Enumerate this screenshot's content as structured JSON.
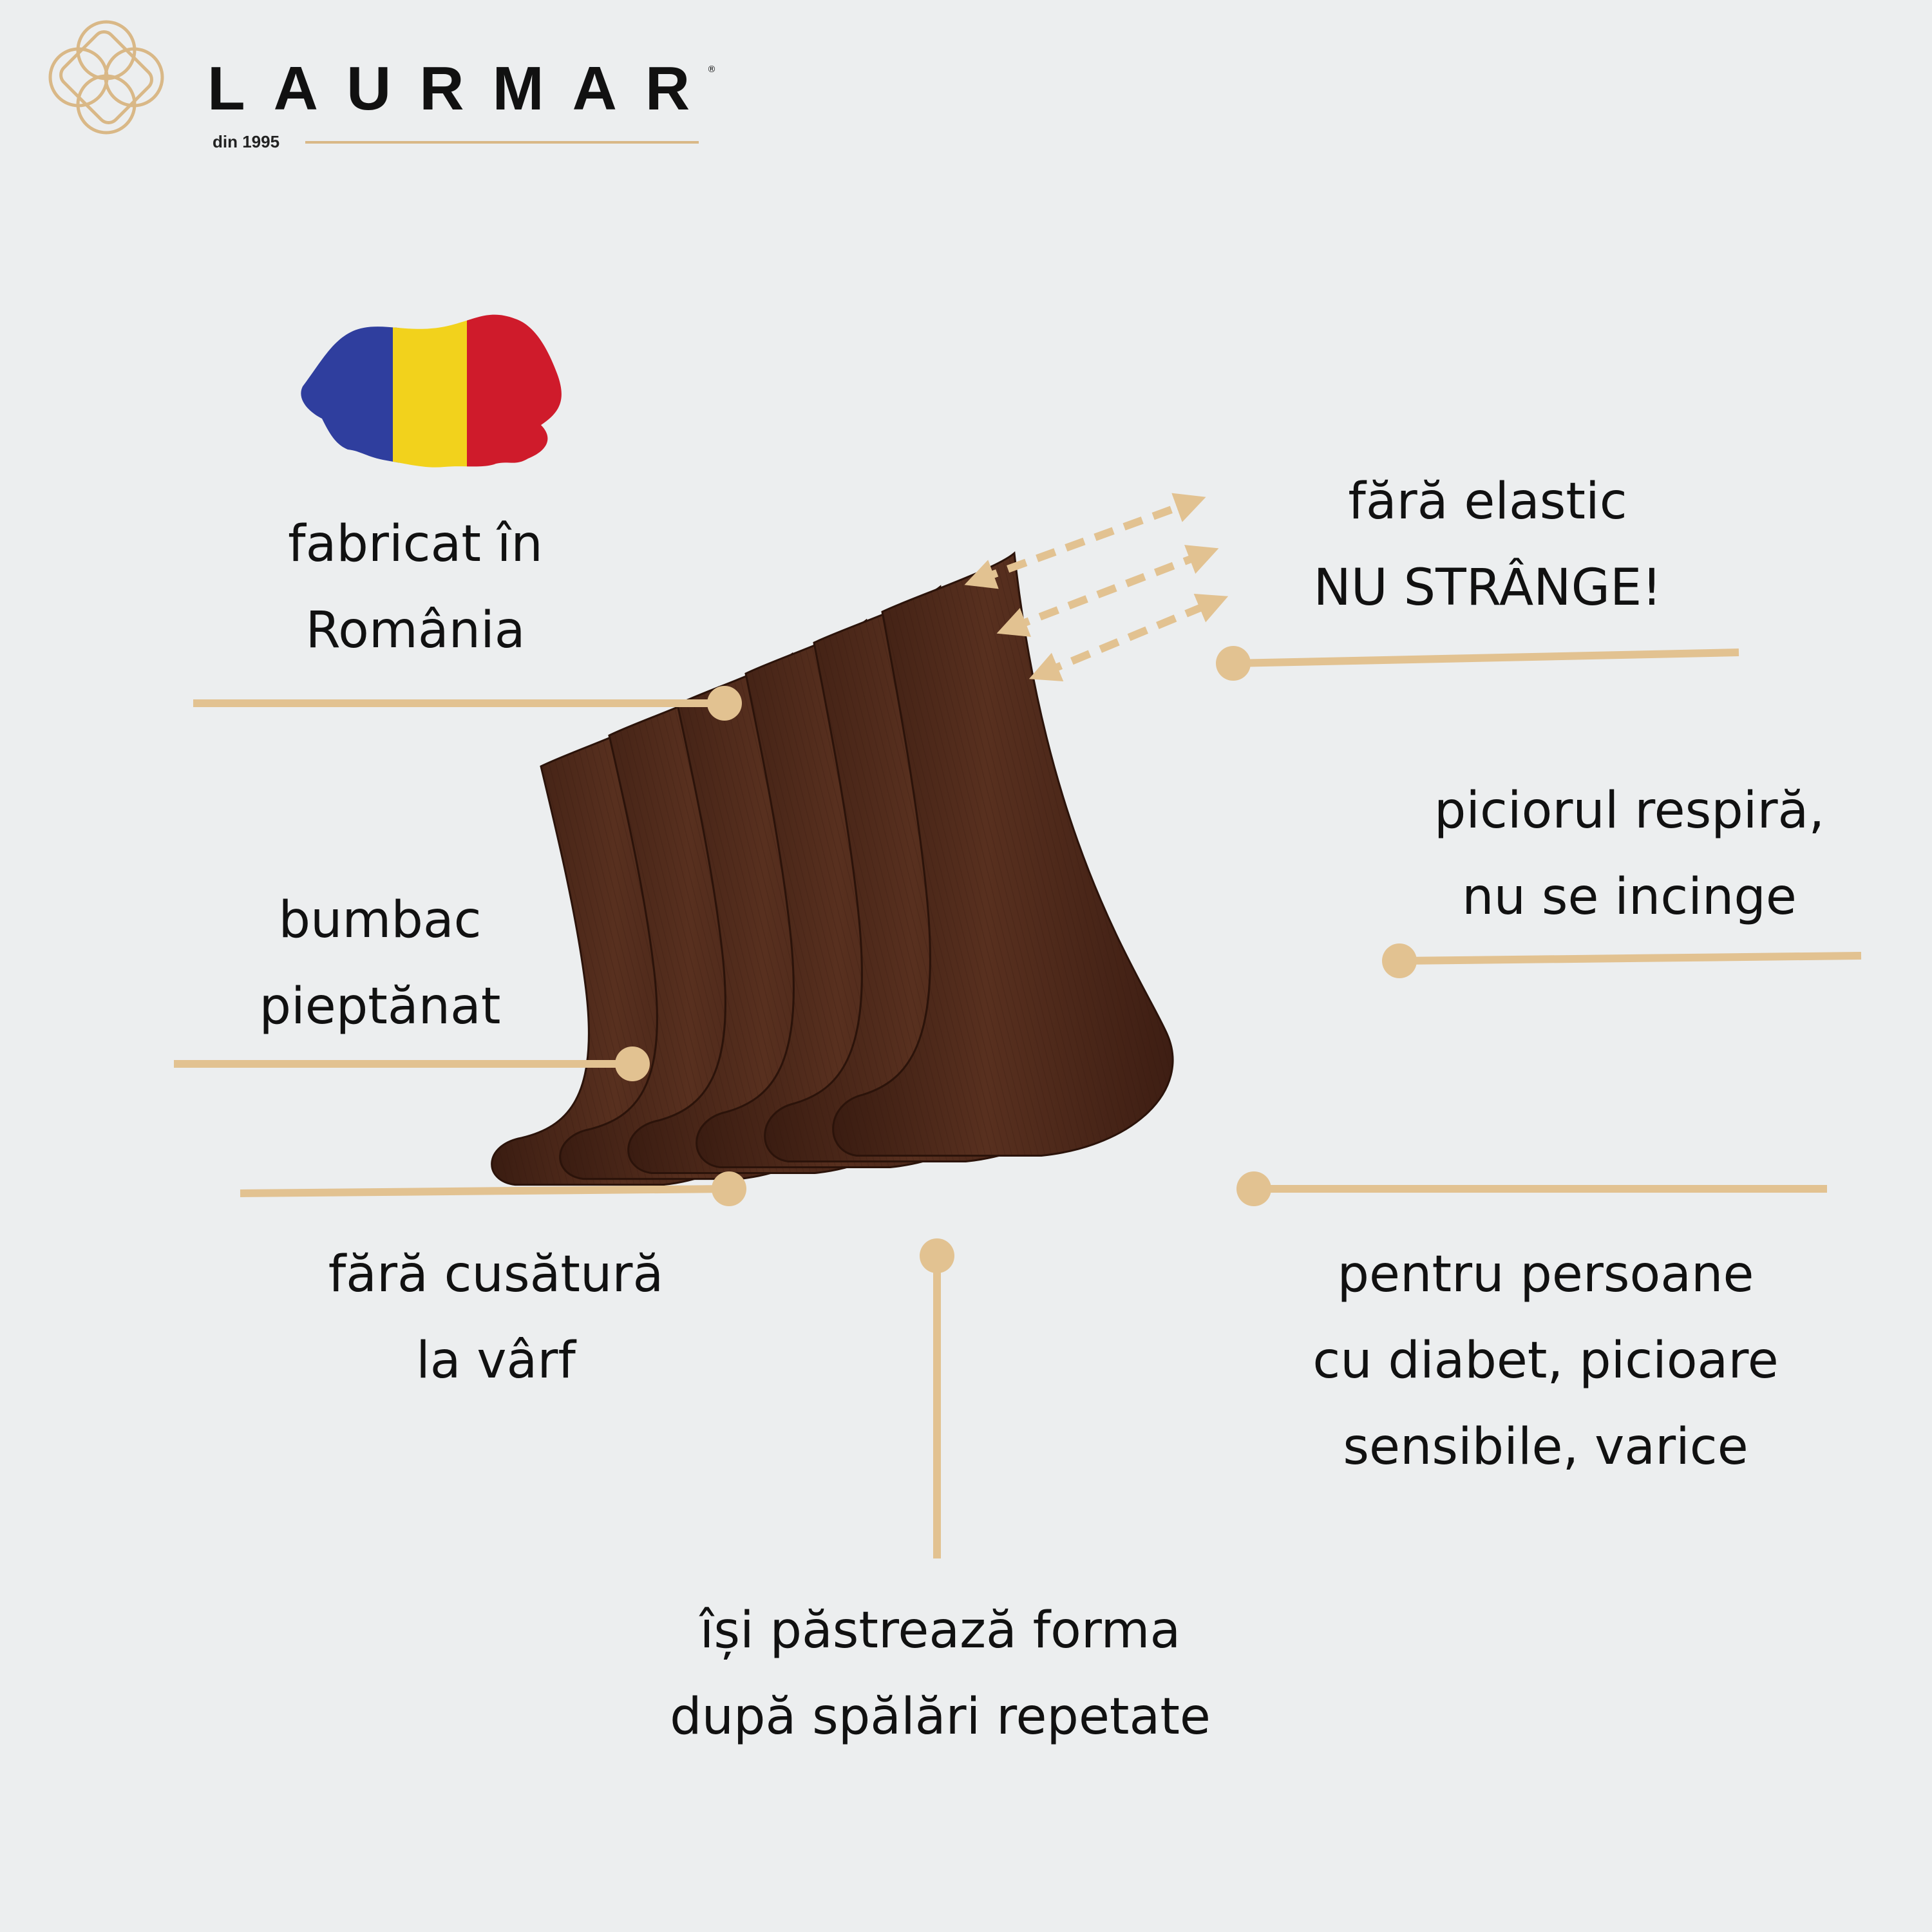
{
  "brand": {
    "name": "LAURMAR",
    "registered_mark": "®",
    "since": "din 1995",
    "colors": {
      "gold": "#d9b887",
      "ink": "#111111"
    }
  },
  "flag": {
    "icon": "romania-flag-map-icon",
    "colors": {
      "blue": "#2f3e9e",
      "yellow": "#f2d21c",
      "red": "#cf1b2b"
    }
  },
  "product": {
    "icon": "brown-socks-icon",
    "count": 6,
    "color": "#4a2517"
  },
  "features": [
    {
      "id": "made-in-romania",
      "lines": [
        "fabricat în",
        "România"
      ]
    },
    {
      "id": "no-elastic",
      "lines": [
        "fără elastic",
        "NU STRÂNGE!"
      ]
    },
    {
      "id": "breathable",
      "lines": [
        "piciorul respiră,",
        "nu se incinge"
      ]
    },
    {
      "id": "combed-cotton",
      "lines": [
        "bumbac",
        "pieptănat"
      ]
    },
    {
      "id": "seamless-toe",
      "lines": [
        "fără cusătură",
        "la vârf"
      ]
    },
    {
      "id": "diabetic",
      "lines": [
        "pentru persoane",
        "cu diabet, picioare",
        "sensibile, varice"
      ]
    },
    {
      "id": "keeps-shape",
      "lines": [
        "își păstrează forma",
        "după spălări repetate"
      ]
    }
  ],
  "callout_color": "#e2c291"
}
